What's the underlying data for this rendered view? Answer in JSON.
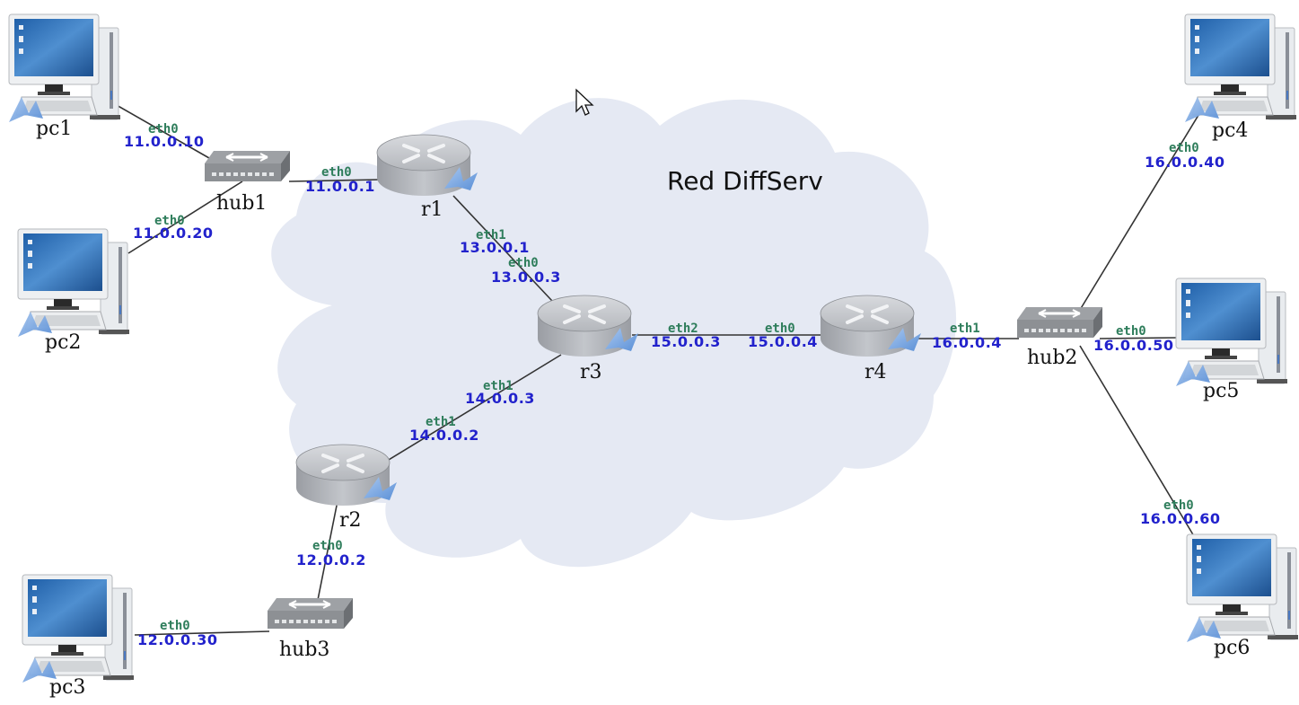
{
  "diagram": {
    "type": "network-topology",
    "cloud": {
      "title": "Red DiffServ",
      "fill": "#e5e9f3"
    },
    "colors": {
      "interface": "#2e7d5b",
      "ip": "#2222cc",
      "link": "#333333",
      "label": "#111111"
    },
    "nodes": [
      {
        "id": "pc1",
        "kind": "pc",
        "label": "pc1"
      },
      {
        "id": "pc2",
        "kind": "pc",
        "label": "pc2"
      },
      {
        "id": "pc3",
        "kind": "pc",
        "label": "pc3"
      },
      {
        "id": "pc4",
        "kind": "pc",
        "label": "pc4"
      },
      {
        "id": "pc5",
        "kind": "pc",
        "label": "pc5"
      },
      {
        "id": "pc6",
        "kind": "pc",
        "label": "pc6"
      },
      {
        "id": "hub1",
        "kind": "hub",
        "label": "hub1"
      },
      {
        "id": "hub2",
        "kind": "hub",
        "label": "hub2"
      },
      {
        "id": "hub3",
        "kind": "hub",
        "label": "hub3"
      },
      {
        "id": "r1",
        "kind": "router",
        "label": "r1"
      },
      {
        "id": "r2",
        "kind": "router",
        "label": "r2"
      },
      {
        "id": "r3",
        "kind": "router",
        "label": "r3"
      },
      {
        "id": "r4",
        "kind": "router",
        "label": "r4"
      }
    ],
    "links": [
      {
        "from": "pc1",
        "to": "hub1",
        "endpoints": [
          {
            "node": "pc1",
            "iface": "eth0",
            "ip": "11.0.0.10"
          }
        ]
      },
      {
        "from": "pc2",
        "to": "hub1",
        "endpoints": [
          {
            "node": "pc2",
            "iface": "eth0",
            "ip": "11.0.0.20"
          }
        ]
      },
      {
        "from": "hub1",
        "to": "r1",
        "endpoints": [
          {
            "node": "r1",
            "iface": "eth0",
            "ip": "11.0.0.1"
          }
        ]
      },
      {
        "from": "r1",
        "to": "r3",
        "endpoints": [
          {
            "node": "r1",
            "iface": "eth1",
            "ip": "13.0.0.1"
          },
          {
            "node": "r3",
            "iface": "eth0",
            "ip": "13.0.0.3"
          }
        ]
      },
      {
        "from": "r3",
        "to": "r2",
        "endpoints": [
          {
            "node": "r3",
            "iface": "eth1",
            "ip": "14.0.0.3"
          },
          {
            "node": "r2",
            "iface": "eth1",
            "ip": "14.0.0.2"
          }
        ]
      },
      {
        "from": "r3",
        "to": "r4",
        "endpoints": [
          {
            "node": "r3",
            "iface": "eth2",
            "ip": "15.0.0.3"
          },
          {
            "node": "r4",
            "iface": "eth0",
            "ip": "15.0.0.4"
          }
        ]
      },
      {
        "from": "r2",
        "to": "hub3",
        "endpoints": [
          {
            "node": "r2",
            "iface": "eth0",
            "ip": "12.0.0.2"
          }
        ]
      },
      {
        "from": "pc3",
        "to": "hub3",
        "endpoints": [
          {
            "node": "pc3",
            "iface": "eth0",
            "ip": "12.0.0.30"
          }
        ]
      },
      {
        "from": "r4",
        "to": "hub2",
        "endpoints": [
          {
            "node": "r4",
            "iface": "eth1",
            "ip": "16.0.0.4"
          }
        ]
      },
      {
        "from": "hub2",
        "to": "pc4",
        "endpoints": [
          {
            "node": "pc4",
            "iface": "eth0",
            "ip": "16.0.0.40"
          }
        ]
      },
      {
        "from": "hub2",
        "to": "pc5",
        "endpoints": [
          {
            "node": "pc5",
            "iface": "eth0",
            "ip": "16.0.0.50"
          }
        ]
      },
      {
        "from": "hub2",
        "to": "pc6",
        "endpoints": [
          {
            "node": "pc6",
            "iface": "eth0",
            "ip": "16.0.0.60"
          }
        ]
      }
    ]
  }
}
